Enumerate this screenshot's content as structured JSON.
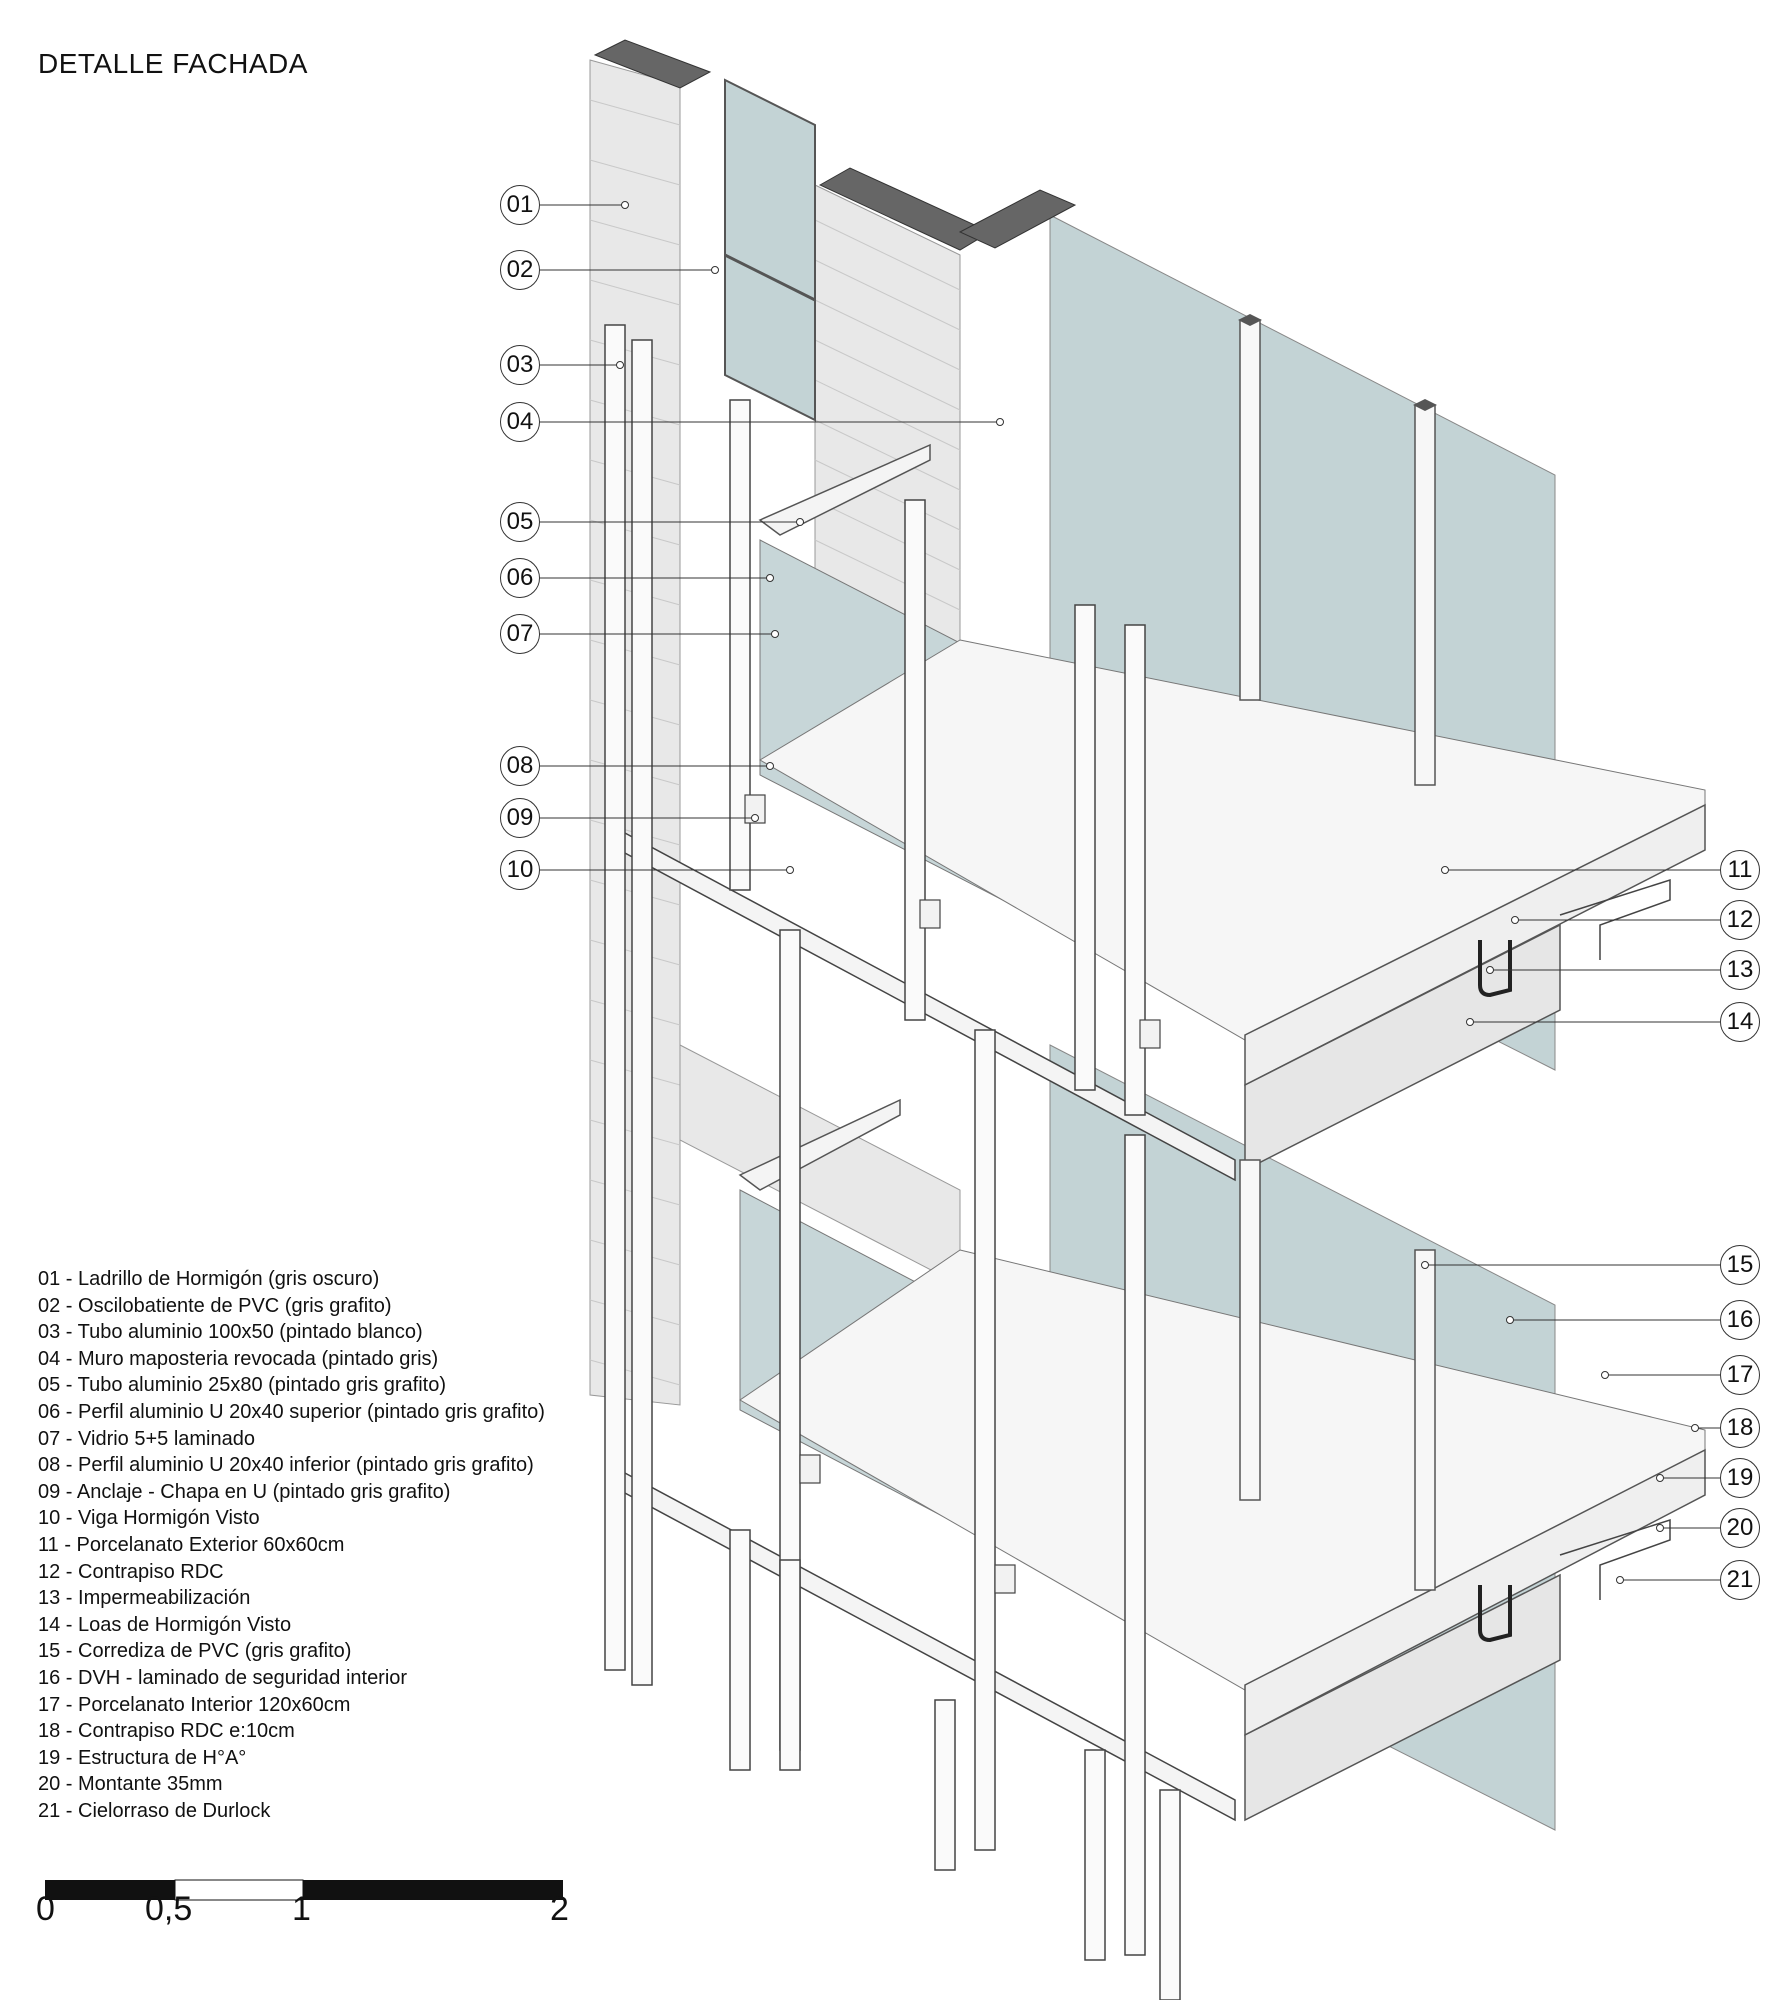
{
  "title": "DETALLE FACHADA",
  "legend": [
    "01 - Ladrillo de Hormigón (gris oscuro)",
    "02 - Oscilobatiente de PVC (gris grafito)",
    "03 - Tubo aluminio 100x50 (pintado blanco)",
    "04 - Muro maposteria revocada (pintado gris)",
    "05 - Tubo aluminio 25x80 (pintado gris grafito)",
    "06 - Perfil aluminio U 20x40 superior (pintado gris grafito)",
    "07 - Vidrio 5+5 laminado",
    "08 - Perfil aluminio U 20x40 inferior  (pintado gris grafito)",
    "09 - Anclaje - Chapa en U (pintado gris grafito)",
    "10 - Viga Hormigón Visto",
    "11 - Porcelanato Exterior 60x60cm",
    "12 - Contrapiso RDC",
    "13 - Impermeabilización",
    "14 - Loas de Hormigón Visto",
    "15 - Corrediza de PVC (gris grafito)",
    "16 - DVH - laminado de seguridad interior",
    "17 - Porcelanato Interior 120x60cm",
    "18 - Contrapiso RDC e:10cm",
    "19 - Estructura de H°A°",
    "20 - Montante 35mm",
    "21 - Cielorraso de Durlock"
  ],
  "callouts_left": [
    "01",
    "02",
    "03",
    "04",
    "05",
    "06",
    "07",
    "08",
    "09",
    "10"
  ],
  "callouts_right": [
    "11",
    "12",
    "13",
    "14",
    "15",
    "16",
    "17",
    "18",
    "19",
    "20",
    "21"
  ],
  "scale": {
    "labels": [
      "0",
      "0,5",
      "1",
      "2"
    ]
  },
  "colors": {
    "glass": "#b9cdd0",
    "brick": "#e6e6e6",
    "cap": "#666666",
    "line": "#444444"
  }
}
